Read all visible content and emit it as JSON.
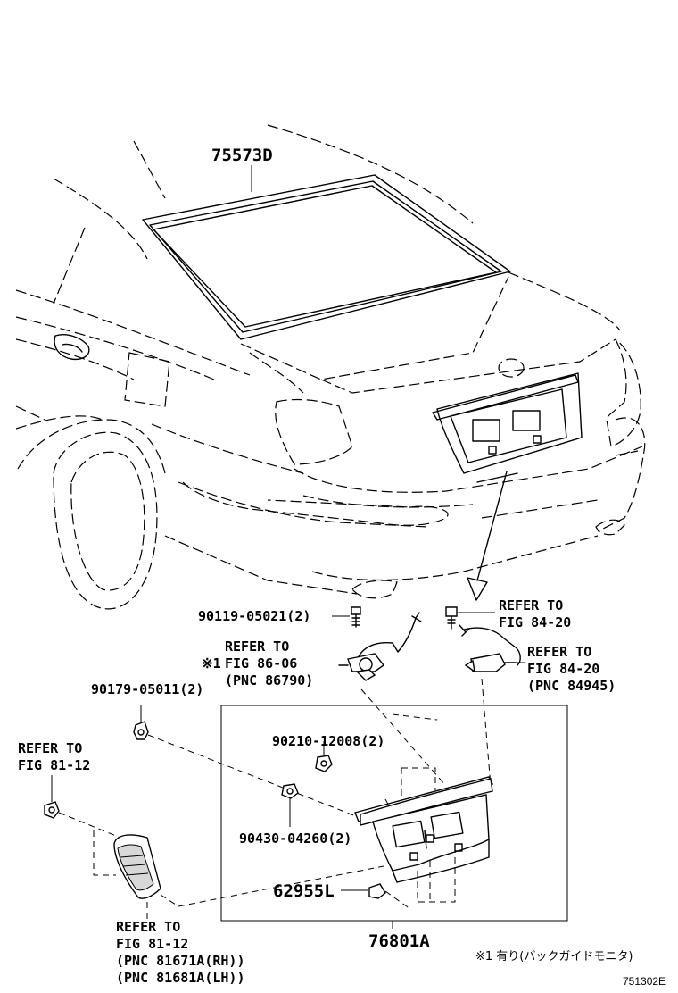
{
  "labels": {
    "p75573d": "75573D",
    "p90119": "90119-05021(2)",
    "refer_right_1": "REFER TO",
    "fig_right_1": "FIG 84-20",
    "refer_left_86": "REFER TO",
    "mark_86": "※1",
    "fig_86": "FIG 86-06",
    "pnc_86790": "(PNC 86790)",
    "refer_right_2": "REFER TO",
    "fig_right_2": "FIG 84-20",
    "pnc_84945": "(PNC 84945)",
    "p90179": "90179-05011(2)",
    "p90210": "90210-12008(2)",
    "refer_left_81": "REFER TO",
    "fig_left_81": "FIG 81-12",
    "p90430": "90430-04260(2)",
    "p62955l": "62955L",
    "p76801a": "76801A",
    "refer_bottom": "REFER TO",
    "fig_bottom": "FIG 81-12",
    "pnc_81671a": "(PNC 81671A(RH))",
    "pnc_81681a": "(PNC 81681A(LH))",
    "footnote": "※1 有り(バックガイドモニタ)",
    "code": "751302E"
  },
  "icons": [
    "car-rear-outline",
    "arrow-down",
    "screw-icon",
    "clip-icon",
    "camera-icon",
    "lamp-icon"
  ]
}
